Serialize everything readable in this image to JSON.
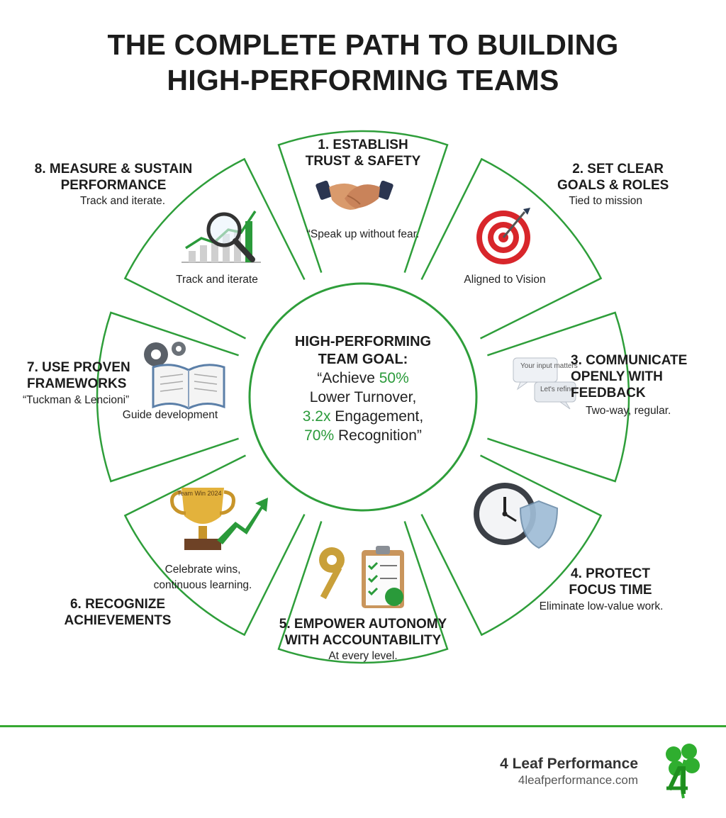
{
  "title": {
    "line1": "THE COMPLETE PATH TO BUILDING",
    "line2": "HIGH-PERFORMING TEAMS"
  },
  "center": {
    "head_line1": "HIGH-PERFORMING",
    "head_line2": "TEAM GOAL:",
    "stat1_pre": "“Achieve ",
    "stat1_num": "50%",
    "stat2": "Lower Turnover,",
    "stat3_num": "3.2x",
    "stat3_post": " Engagement,",
    "stat4_num": "70%",
    "stat4_post": " Recognition”"
  },
  "segments": {
    "s1": {
      "title1": "1. ESTABLISH",
      "title2": "TRUST & SAFETY",
      "sub": "“Speak up without fear.",
      "icon": "handshake-icon"
    },
    "s2": {
      "title1": "2. SET CLEAR",
      "title2": "GOALS & ROLES",
      "sub": "Tied to mission",
      "inner": "Aligned to Vision",
      "icon": "target-icon"
    },
    "s3": {
      "title1": "3. COMMUNICATE",
      "title2": "OPENLY WITH",
      "title3": "FEEDBACK",
      "sub": "Two-way, regular.",
      "bubble1": "Your input matters",
      "bubble2": "Let's refine",
      "icon": "chat-bubbles-icon"
    },
    "s4": {
      "title1": "4. PROTECT",
      "title2": "FOCUS TIME",
      "sub": "Eliminate low-value work.",
      "icon": "clock-shield-icon"
    },
    "s5": {
      "title1": "5. EMPOWER AUTONOMY",
      "title2": "WITH ACCOUNTABILITY",
      "sub": "At every level.",
      "icon": "key-clipboard-icon"
    },
    "s6": {
      "title1": "6. RECOGNIZE",
      "title2": "ACHIEVEMENTS",
      "sub1": "Celebrate wins,",
      "sub2": "continuous learning.",
      "trophy": "Team Win 2024",
      "icon": "trophy-icon"
    },
    "s7": {
      "title1": "7. USE PROVEN",
      "title2": "FRAMEWORKS",
      "sub": "“Tuckman & Lencioni”",
      "inner": "Guide development",
      "icon": "gears-book-icon"
    },
    "s8": {
      "title1": "8. MEASURE & SUSTAIN",
      "title2": "PERFORMANCE",
      "sub": "Track and iterate.",
      "inner": "Track and iterate",
      "icon": "chart-magnifier-icon"
    }
  },
  "footer": {
    "brand": "4 Leaf Performance",
    "url": "4leafperformance.com",
    "logo": "clover-logo-icon",
    "accent": "#36a832"
  },
  "colors": {
    "ring": "#2e9e3a",
    "green_text": "#2a9a3a"
  }
}
